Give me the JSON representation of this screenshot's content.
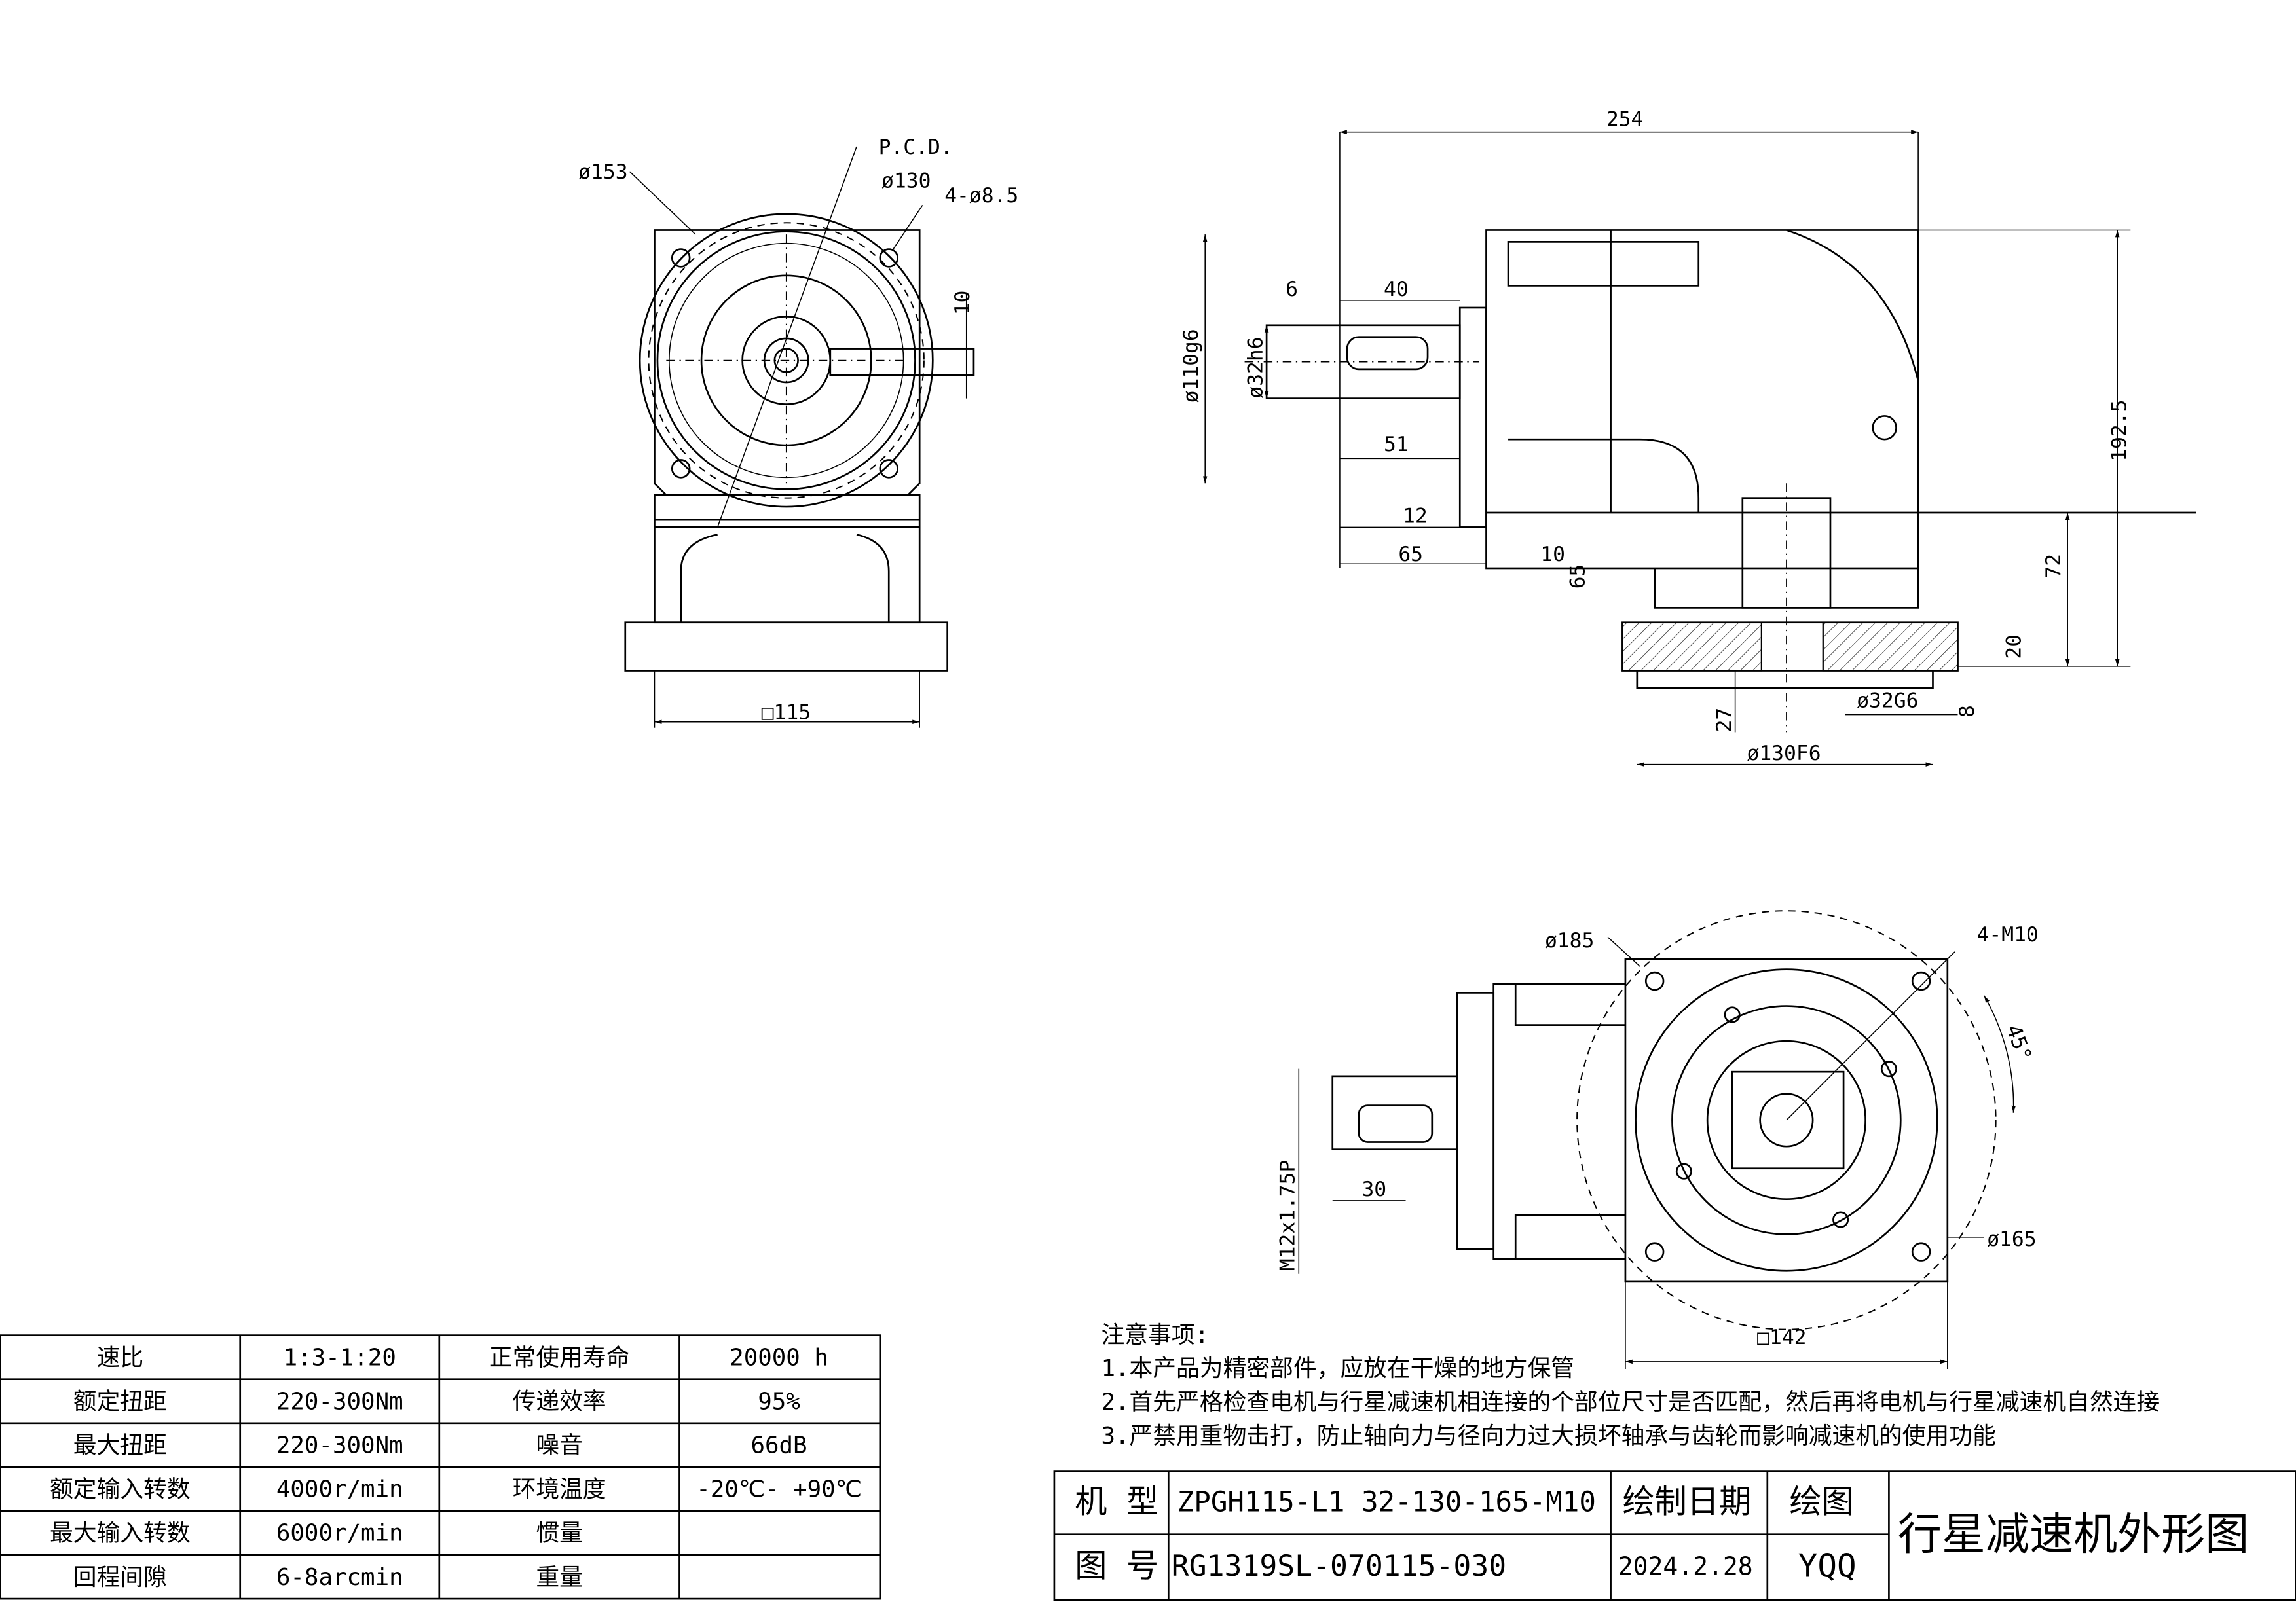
{
  "front_view": {
    "dims": {
      "flange_dia": "ø153",
      "pcd_label": "P.C.D.",
      "pcd": "ø130",
      "holes": "4-ø8.5",
      "key": "10",
      "square": "□115"
    }
  },
  "side_view": {
    "dims": {
      "length": "254",
      "d6": "6",
      "d40": "40",
      "motor_flange": "ø110g6",
      "shaft": "ø32h6",
      "d51": "51",
      "d12": "12",
      "d65a": "65",
      "d10": "10",
      "d65b": "65",
      "height": "192.5",
      "d72": "72",
      "d20": "20",
      "d27": "27",
      "bore": "ø32G6",
      "d8": "8",
      "pilot": "ø130F6"
    }
  },
  "bottom_view": {
    "dims": {
      "outer": "ø185",
      "tap": "4-M10",
      "angle": "45°",
      "thread": "M12x1.75P",
      "d30": "30",
      "pcd": "ø165",
      "square": "□142"
    }
  },
  "specs": {
    "rows": [
      [
        "速比",
        "1:3-1:20",
        "正常使用寿命",
        "20000  h"
      ],
      [
        "额定扭距",
        "220-300Nm",
        "传递效率",
        "95%"
      ],
      [
        "最大扭距",
        "220-300Nm",
        "噪音",
        "66dB"
      ],
      [
        "额定输入转数",
        "4000r/min",
        "环境温度",
        "-20℃- +90℃"
      ],
      [
        "最大输入转数",
        "6000r/min",
        "惯量",
        ""
      ],
      [
        "回程间隙",
        "6-8arcmin",
        "重量",
        ""
      ]
    ]
  },
  "notes": {
    "title": "注意事项:",
    "items": [
      "1.本产品为精密部件，应放在干燥的地方保管",
      "2.首先严格检查电机与行星减速机相连接的个部位尺寸是否匹配，然后再将电机与行星减速机自然连接",
      "3.严禁用重物击打，防止轴向力与径向力过大损坏轴承与齿轮而影响减速机的使用功能"
    ]
  },
  "title_block": {
    "model_label": "机 型",
    "model": "ZPGH115-L1 32-130-165-M10",
    "date_label": "绘制日期",
    "drawer_label": "绘图",
    "drawing_no_label": "图 号",
    "drawing_no": "RG1319SL-070115-030",
    "date": "2024.2.28",
    "drawer": "YQQ",
    "title": "行星减速机外形图"
  }
}
